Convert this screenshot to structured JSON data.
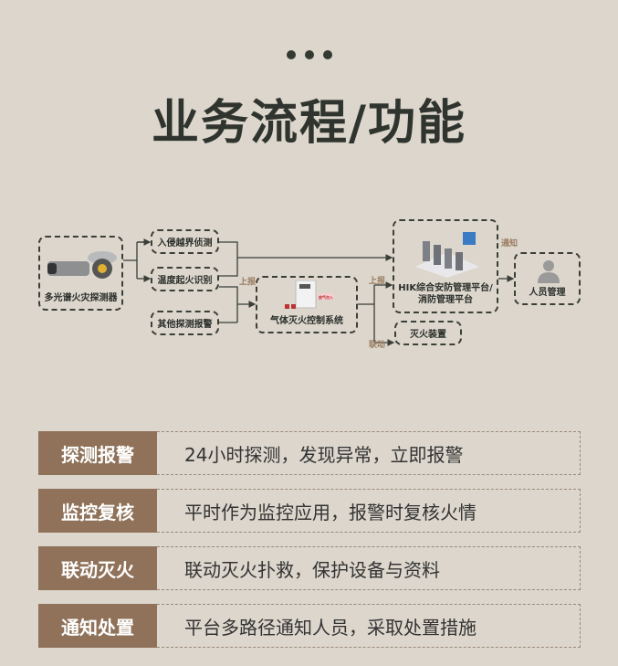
{
  "header": {
    "title": "业务流程/功能"
  },
  "diagram": {
    "camera": "多光谱火灾探测器",
    "intrusion": "入侵越界侦测",
    "temperature": "温度起火识别",
    "other": "其他探测报警",
    "gas_system": "气体灭火控制系统",
    "platform_line1": "HIK综合安防管理平台/",
    "platform_line2": "消防管理平台",
    "extinguisher": "灭火装置",
    "personnel": "人员管理",
    "report1": "上报",
    "report2": "上报",
    "linkage": "联动",
    "notify": "通知",
    "panel_sign": "放气勿入"
  },
  "features": [
    {
      "label": "探测报警",
      "desc": "24小时探测，发现异常，立即报警"
    },
    {
      "label": "监控复核",
      "desc": "平时作为监控应用，报警时复核火情"
    },
    {
      "label": "联动灭火",
      "desc": "联动灭火扑救，保护设备与资料"
    },
    {
      "label": "通知处置",
      "desc": "平台多路径通知人员，采取处置措施"
    }
  ],
  "colors": {
    "background": "#dcd6cc",
    "label_bg": "#8f7259",
    "dark": "#333a32",
    "tag": "#9a7b60"
  }
}
